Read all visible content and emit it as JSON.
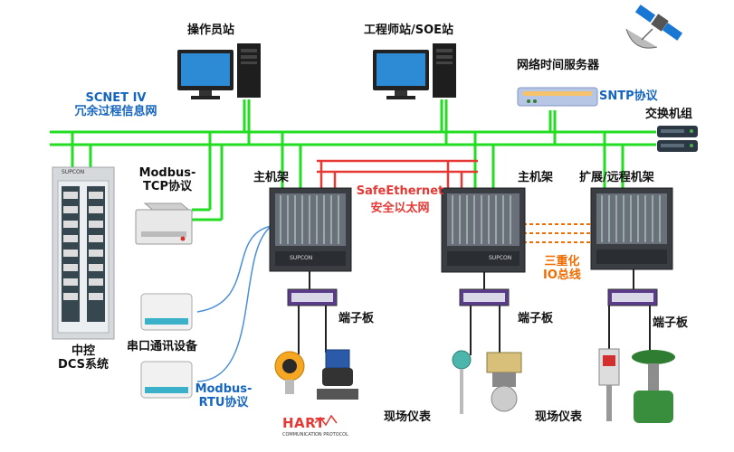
{
  "labels": {
    "operator_station": "操作员站",
    "engineer_station": "工程师站/SOE站",
    "time_server": "网络时间服务器",
    "sntp": "SNTP协议",
    "switch_group": "交换机组",
    "scnet_line1": "SCNET IV",
    "scnet_line2": "冗余过程信息网",
    "modbus_tcp_line1": "Modbus-",
    "modbus_tcp_line2": "TCP协议",
    "main_rack_1": "主机架",
    "main_rack_2": "主机架",
    "ext_rack": "扩展/远程机架",
    "safe_ethernet_line1": "SafeEthernet",
    "safe_ethernet_line2": "安全以太网",
    "io_bus_line1": "三重化",
    "io_bus_line2": "IO总线",
    "terminal_1": "端子板",
    "terminal_2": "端子板",
    "terminal_3": "端子板",
    "serial_device": "串口通讯设备",
    "modbus_rtu_line1": "Modbus-",
    "modbus_rtu_line2": "RTU协议",
    "dcs_line1": "中控",
    "dcs_line2": "DCS系统",
    "field_1": "现场仪表",
    "field_2": "现场仪表",
    "hart_logo": "HART",
    "hart_sub": "COMMUNICATION PROTOCOL",
    "rack_brand": "SUPCON",
    "cabinet_brand": "SUPCON"
  },
  "colors": {
    "green_net": "#22dd22",
    "red_net": "#e53935",
    "orange_bus": "#ef6c00",
    "blue_label": "#1565c0",
    "serial_line": "#4a90d9"
  }
}
